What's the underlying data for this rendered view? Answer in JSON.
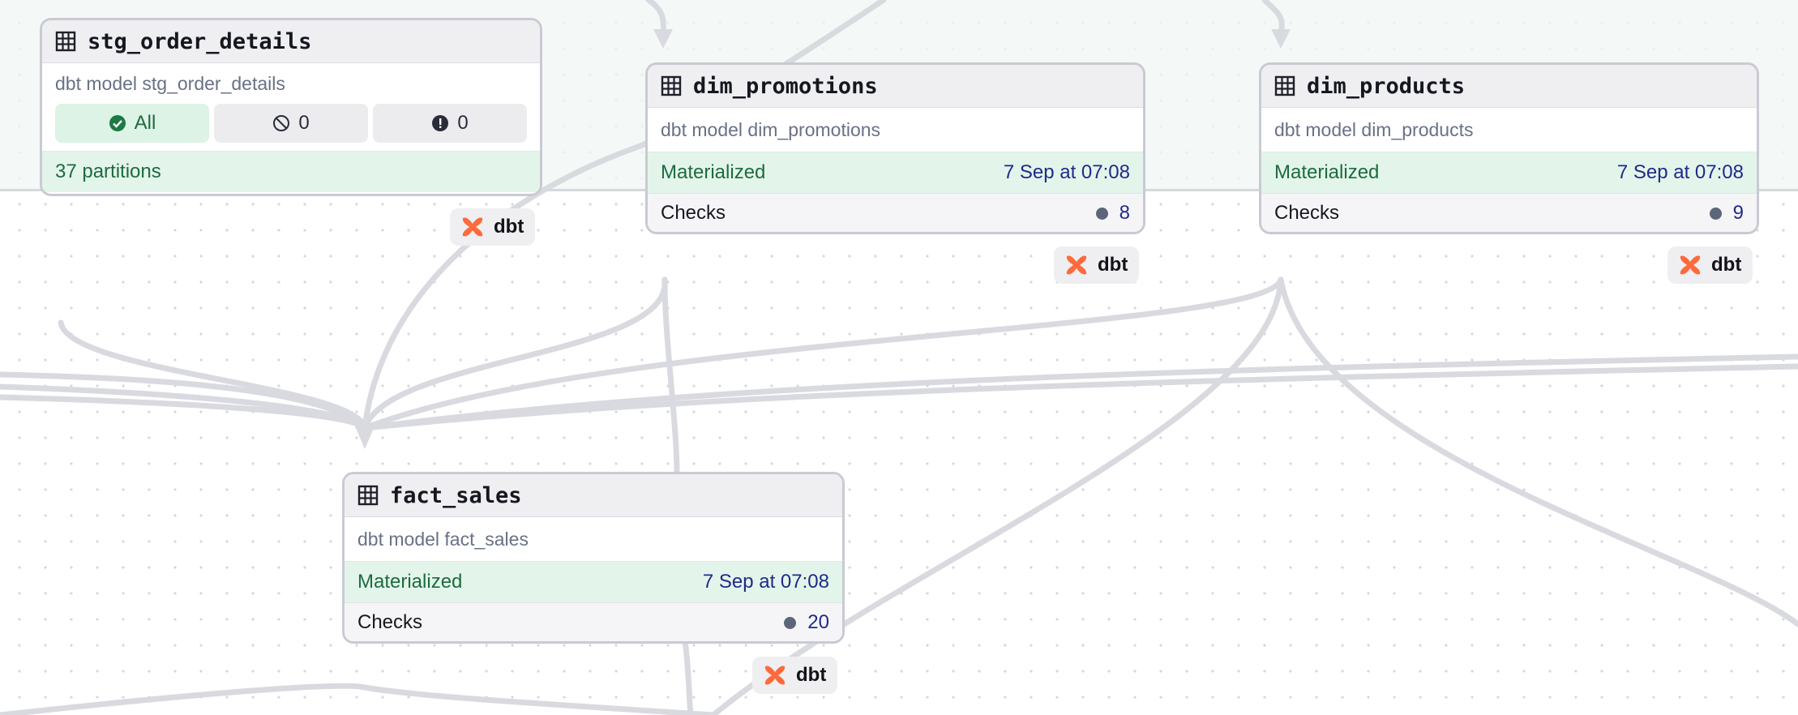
{
  "nodes": {
    "stg_order_details": {
      "title": "stg_order_details",
      "description": "dbt model stg_order_details",
      "filters": {
        "all_label": "All",
        "skipped_count": "0",
        "failed_count": "0"
      },
      "partitions_label": "37 partitions",
      "tag": "dbt"
    },
    "dim_promotions": {
      "title": "dim_promotions",
      "description": "dbt model dim_promotions",
      "status": "Materialized",
      "timestamp": "7 Sep at 07:08",
      "checks_label": "Checks",
      "checks_count": "8",
      "tag": "dbt"
    },
    "dim_products": {
      "title": "dim_products",
      "description": "dbt model dim_products",
      "status": "Materialized",
      "timestamp": "7 Sep at 07:08",
      "checks_label": "Checks",
      "checks_count": "9",
      "tag": "dbt"
    },
    "fact_sales": {
      "title": "fact_sales",
      "description": "dbt model fact_sales",
      "status": "Materialized",
      "timestamp": "7 Sep at 07:08",
      "checks_label": "Checks",
      "checks_count": "20",
      "tag": "dbt"
    }
  },
  "colors": {
    "materialized_bg": "#e3f5ea",
    "materialized_text": "#1d6b3e",
    "timestamp_text": "#1f2a8a",
    "edge": "#d9dae0",
    "dbt_orange": "#fe6a3c"
  },
  "icons": [
    "table-icon",
    "check-circle-icon",
    "skipped-icon",
    "error-icon",
    "dbt-logo-icon",
    "check-dot-icon"
  ]
}
